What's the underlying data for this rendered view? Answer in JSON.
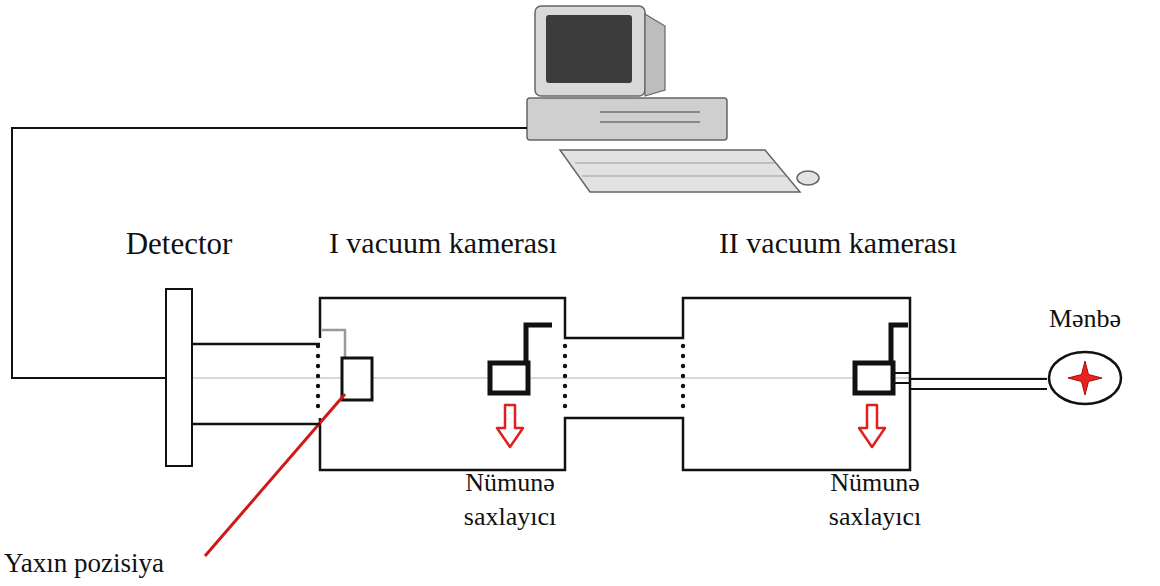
{
  "diagram": {
    "nodes": [
      {
        "text": [
          "Detector"
        ]
      },
      {
        "text": [
          "I vacuum kamerası"
        ]
      },
      {
        "text": [
          "II vacuum kamerası"
        ]
      },
      {
        "text": [
          "Mənbə"
        ]
      }
    ],
    "edges": [
      {
        "from": 0,
        "to": 1,
        "arrow": "none"
      },
      {
        "from": 3,
        "to": 2,
        "arrow": "none"
      }
    ],
    "labels": [
      "Nümunə saxlayıcı",
      "Nümunə saxlayıcı",
      "Yaxın pozisiya"
    ]
  }
}
